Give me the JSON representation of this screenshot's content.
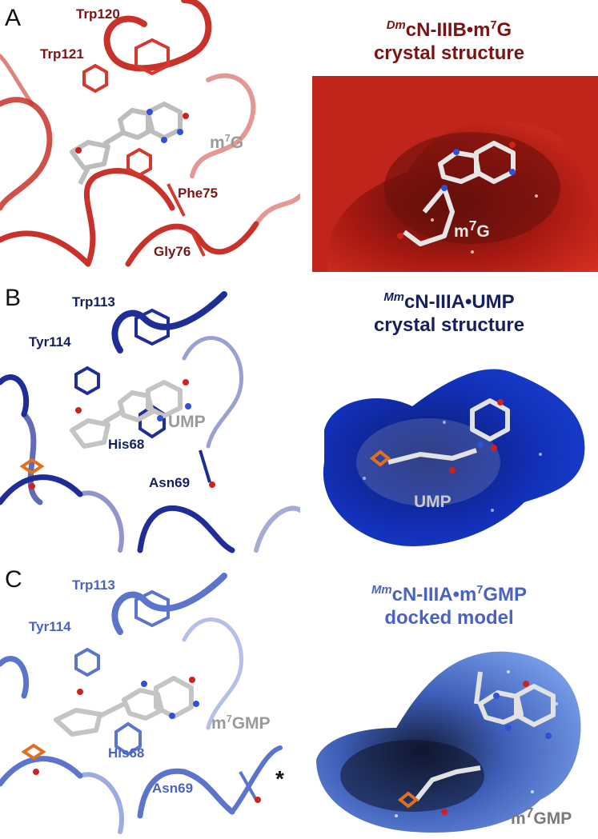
{
  "panels": [
    {
      "letter": "A",
      "residues": [
        "Trp120",
        "Trp121",
        "Phe75",
        "Gly76"
      ],
      "ligand": {
        "base": "m",
        "sup": "7",
        "rest": "G"
      },
      "title": {
        "prefix": "Dm",
        "name_a": "cN-IIIB•m",
        "sup": "7",
        "name_b": "G",
        "line2": "crystal structure"
      },
      "surface_label": {
        "base": "m",
        "sup": "7",
        "rest": "G"
      },
      "color": "#b01c14",
      "title_color": "#7a1414"
    },
    {
      "letter": "B",
      "residues": [
        "Trp113",
        "Tyr114",
        "His68",
        "Asn69"
      ],
      "ligand": {
        "base": "UMP",
        "sup": "",
        "rest": ""
      },
      "title": {
        "prefix": "Mm",
        "name_a": "cN-IIIA•UMP",
        "sup": "",
        "name_b": "",
        "line2": "crystal structure"
      },
      "surface_label": {
        "base": "UMP",
        "sup": "",
        "rest": ""
      },
      "color": "#1c2a8c",
      "title_color": "#14205e"
    },
    {
      "letter": "C",
      "residues": [
        "Trp113",
        "Tyr114",
        "His68",
        "Asn69"
      ],
      "ligand": {
        "base": "m",
        "sup": "7",
        "rest": "GMP"
      },
      "title": {
        "prefix": "Mm",
        "name_a": "cN-IIIA•m",
        "sup": "7",
        "name_b": "GMP",
        "line2": "docked model"
      },
      "surface_label": {
        "base": "m",
        "sup": "7",
        "rest": "GMP"
      },
      "asterisk": "*",
      "color": "#5b74cc",
      "title_color": "#4a62c0"
    }
  ]
}
